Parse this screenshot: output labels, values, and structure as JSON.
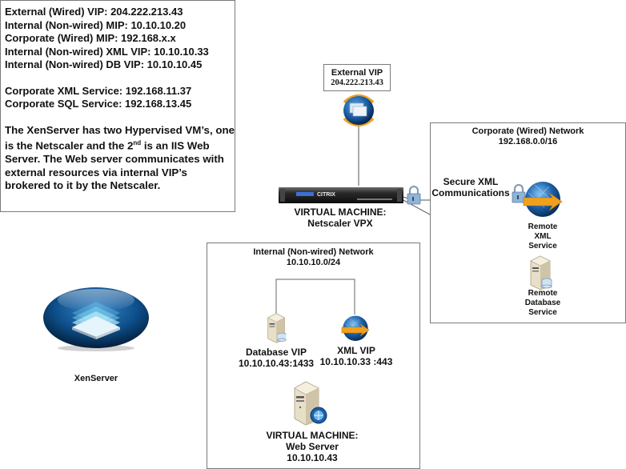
{
  "info": {
    "lines": [
      "External (Wired) VIP: 204.222.213.43",
      "Internal (Non-wired) MIP: 10.10.10.20",
      "Corporate (Wired) MIP: 192.168.x.x",
      "Internal (Non-wired) XML VIP: 10.10.10.33",
      "Internal (Non-wired) DB VIP: 10.10.10.45"
    ],
    "services": [
      "Corporate XML Service: 192.168.11.37",
      "Corporate SQL Service: 192.168.13.45"
    ],
    "description_pre": "The XenServer has two Hypervised VM’s, one is the Netscaler and the 2",
    "description_sup": "nd",
    "description_post": " is an IIS Web Server.  The Web server communicates with external resources via internal VIP’s brokered to it by the Netscaler."
  },
  "external_vip": {
    "title": "External VIP",
    "ip": "204.222.213.43",
    "icon": "virtual-ip-globe-icon"
  },
  "netscaler": {
    "brand": "CITRIX",
    "line1": "VIRTUAL MACHINE:",
    "line2": "Netscaler VPX",
    "icon": "netscaler-appliance-icon"
  },
  "secure_link": {
    "line1": "Secure XML",
    "line2": "Communications",
    "icon": "padlock-icon"
  },
  "corporate_network": {
    "title": "Corporate (Wired) Network",
    "subnet": "192.168.0.0/16",
    "xml_service": {
      "line1": "Remote",
      "line2": "XML",
      "line3": "Service",
      "icon": "globe-icon"
    },
    "db_service": {
      "line1": "Remote",
      "line2": "Database",
      "line3": "Service",
      "icon": "database-server-icon"
    }
  },
  "internal_network": {
    "title": "Internal (Non-wired) Network",
    "subnet": "10.10.10.0/24",
    "db_vip": {
      "title": "Database VIP",
      "addr": "10.10.10.43:1433",
      "icon": "database-server-icon"
    },
    "xml_vip": {
      "title": "XML VIP",
      "addr": "10.10.10.33 :443",
      "icon": "globe-icon"
    },
    "web_server": {
      "line1": "VIRTUAL MACHINE:",
      "line2": "Web Server",
      "line3": "10.10.10.43",
      "icon": "web-server-icon"
    }
  },
  "xenserver": {
    "label": "XenServer",
    "icon": "xenserver-logo-icon"
  },
  "colors": {
    "border": "#7a7a7a",
    "line": "#555555",
    "globe_blue": "#1c5fa8",
    "arrow_orange": "#f0a01e",
    "lock_blue": "#8fb4d8",
    "server_beige": "#e8dfc8",
    "xen_blue": "#0d4f8a"
  }
}
